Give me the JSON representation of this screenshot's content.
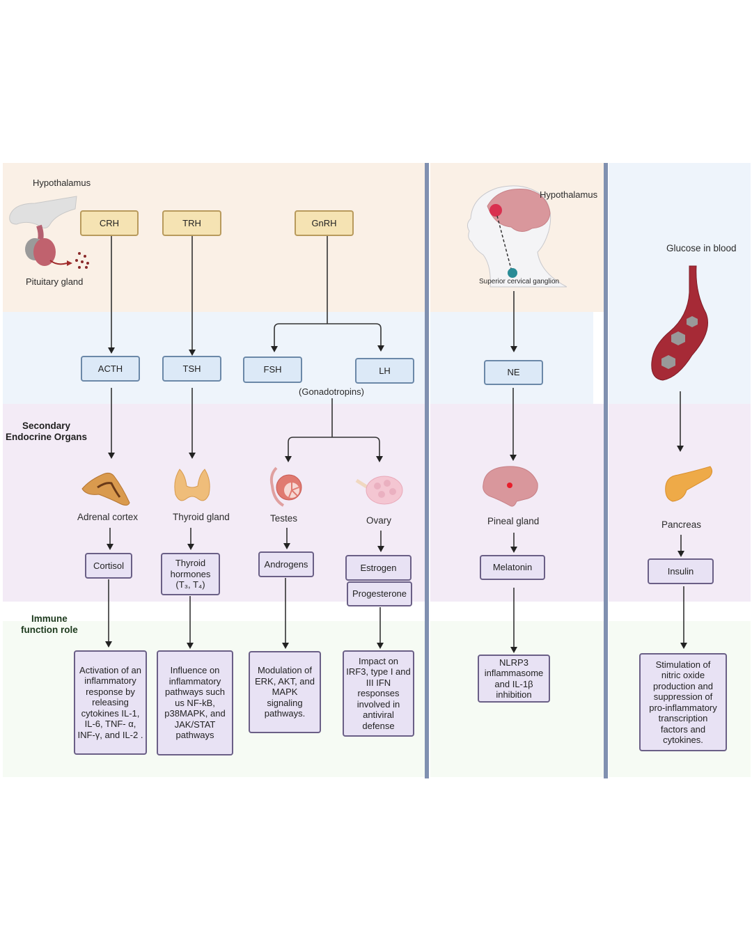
{
  "row_labels": {
    "secondary": [
      "Secondary",
      "Endocrine Organs"
    ],
    "immune": [
      "Immune",
      "function role"
    ]
  },
  "hpa_panel": {
    "top_labels": {
      "hypothalamus": "Hypothalamus",
      "pituitary": "Pituitary gland"
    },
    "releasing_hormones": [
      "CRH",
      "TRH",
      "GnRH"
    ],
    "pituitary_hormones": [
      "ACTH",
      "TSH",
      "FSH",
      "LH"
    ],
    "gonadotropins_label": "(Gonadotropins)",
    "organs": [
      "Adrenal cortex",
      "Thyroid gland",
      "Testes",
      "Ovary"
    ],
    "hormones": {
      "cortisol": "Cortisol",
      "thyroid": [
        "Thyroid",
        "hormones",
        "(T₃, T₄)"
      ],
      "androgens": "Androgens",
      "estrogen": "Estrogen",
      "progesterone": "Progesterone"
    },
    "immune_roles": [
      [
        "Activation of an",
        "inflammatory",
        "response by",
        "releasing",
        "cytokines IL-1,",
        "IL-6,  TNF- α,",
        "INF-γ, and IL-2 ."
      ],
      [
        "Influence on",
        "inflammatory",
        "pathways such",
        "us NF-kB,",
        "p38MAPK, and",
        "JAK/STAT",
        "pathways"
      ],
      [
        "Modulation of",
        "ERK, AKT, and",
        "MAPK",
        "signaling",
        "pathways."
      ],
      [
        "Impact on",
        "IRF3, type I and",
        "III IFN",
        "responses",
        "involved in",
        "antiviral",
        "defense"
      ]
    ]
  },
  "pineal_panel": {
    "hypothalamus": "Hypothalamus",
    "ganglion": "Superior cervical ganglion",
    "neurotransmitter": "NE",
    "organ": "Pineal gland",
    "hormone": "Melatonin",
    "immune_role": [
      "NLRP3",
      "inflammasome",
      "and IL-1β",
      "inhibition"
    ]
  },
  "pancreas_panel": {
    "stimulus": "Glucose in blood",
    "organ": "Pancreas",
    "hormone": "Insulin",
    "immune_role": [
      "Stimulation of",
      "nitric oxide",
      "production and",
      "suppression of",
      "pro-inflammatory",
      "transcription",
      "factors and",
      "cytokines."
    ]
  },
  "colors": {
    "hypothalamus_band": "#faf0e6",
    "pituitary_band": "#eef4fb",
    "secondary_band": "#f3ebf6",
    "immune_band": "#f6fbf4",
    "divider": "#8090b0",
    "releasing_box": "#f5e3b3",
    "pituitary_box": "#dce9f7",
    "hormone_box": "#e8e2f4"
  }
}
